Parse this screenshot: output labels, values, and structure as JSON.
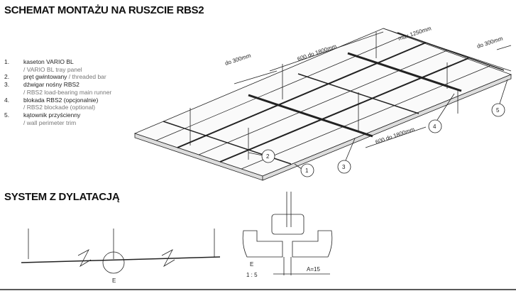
{
  "title1": "SCHEMAT MONTAŻU NA RUSZCIE RBS2",
  "title2": "SYSTEM Z DYLATACJĄ",
  "legend": [
    {
      "num": "1.",
      "pl": "kaseton VARIO BL",
      "en": "/ VARIO BL tray panel"
    },
    {
      "num": "2.",
      "pl": "pręt gwintowany",
      "en": "/ threaded bar"
    },
    {
      "num": "3.",
      "pl": "dźwigar nośny RBS2",
      "en": "/ RBS2 load-bearing main runner"
    },
    {
      "num": "4.",
      "pl": "blokada RBS2 (opcjonalnie)",
      "en": "/ RBS2 blockade (optional)"
    },
    {
      "num": "5.",
      "pl": "kątownik przyścienny",
      "en": "/ wall perimeter trim"
    }
  ],
  "dims": {
    "max": "max 1250mm",
    "span1": "600 do 1800mm",
    "span2": "600 do 1800mm",
    "edge1": "do 300mm",
    "edge2": "do 300mm"
  },
  "callouts": [
    "1",
    "2",
    "3",
    "4",
    "5"
  ],
  "detail": {
    "label": "E",
    "scale": "1 : 5",
    "gap": "A=15",
    "ref": "E"
  }
}
